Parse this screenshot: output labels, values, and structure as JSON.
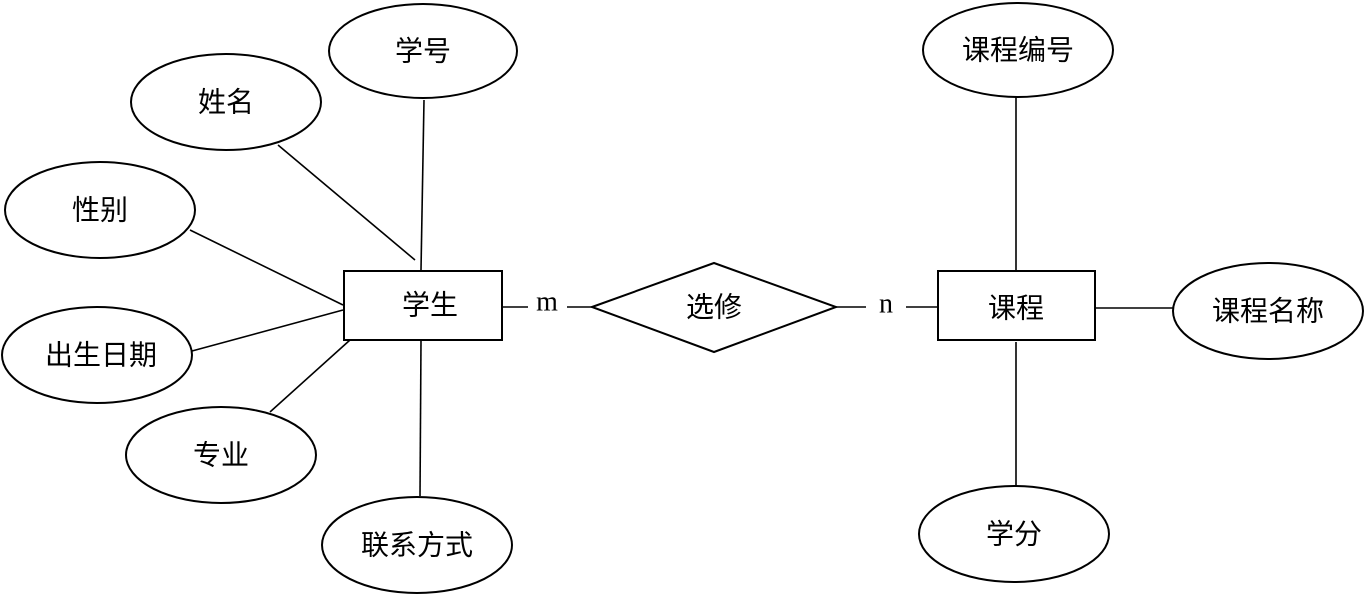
{
  "entities": {
    "student": "学生",
    "course": "课程"
  },
  "relationship": {
    "label": "选修",
    "student_cardinality": "m",
    "course_cardinality": "n"
  },
  "student_attributes": {
    "id": "学号",
    "name": "姓名",
    "gender": "性别",
    "birth_date": "出生日期",
    "major": "专业",
    "contact": "联系方式"
  },
  "course_attributes": {
    "id": "课程编号",
    "name": "课程名称",
    "credit": "学分"
  }
}
